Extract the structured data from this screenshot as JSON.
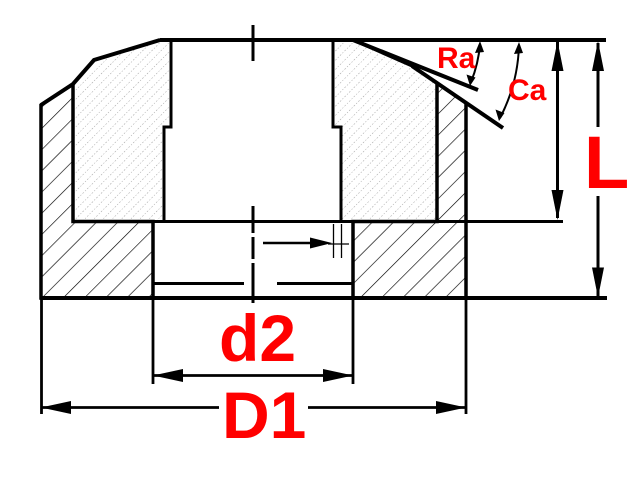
{
  "drawing": {
    "type": "engineering-section-drawing",
    "background_color": "#ffffff",
    "line_color": "#000000",
    "label_color": "#ff0000",
    "fine_hatch_color": "#999999",
    "labels": {
      "angle_ra": "Ra",
      "angle_ca": "Ca",
      "overall_length": "L",
      "bore_diameter": "d2",
      "outer_diameter": "D1"
    }
  }
}
